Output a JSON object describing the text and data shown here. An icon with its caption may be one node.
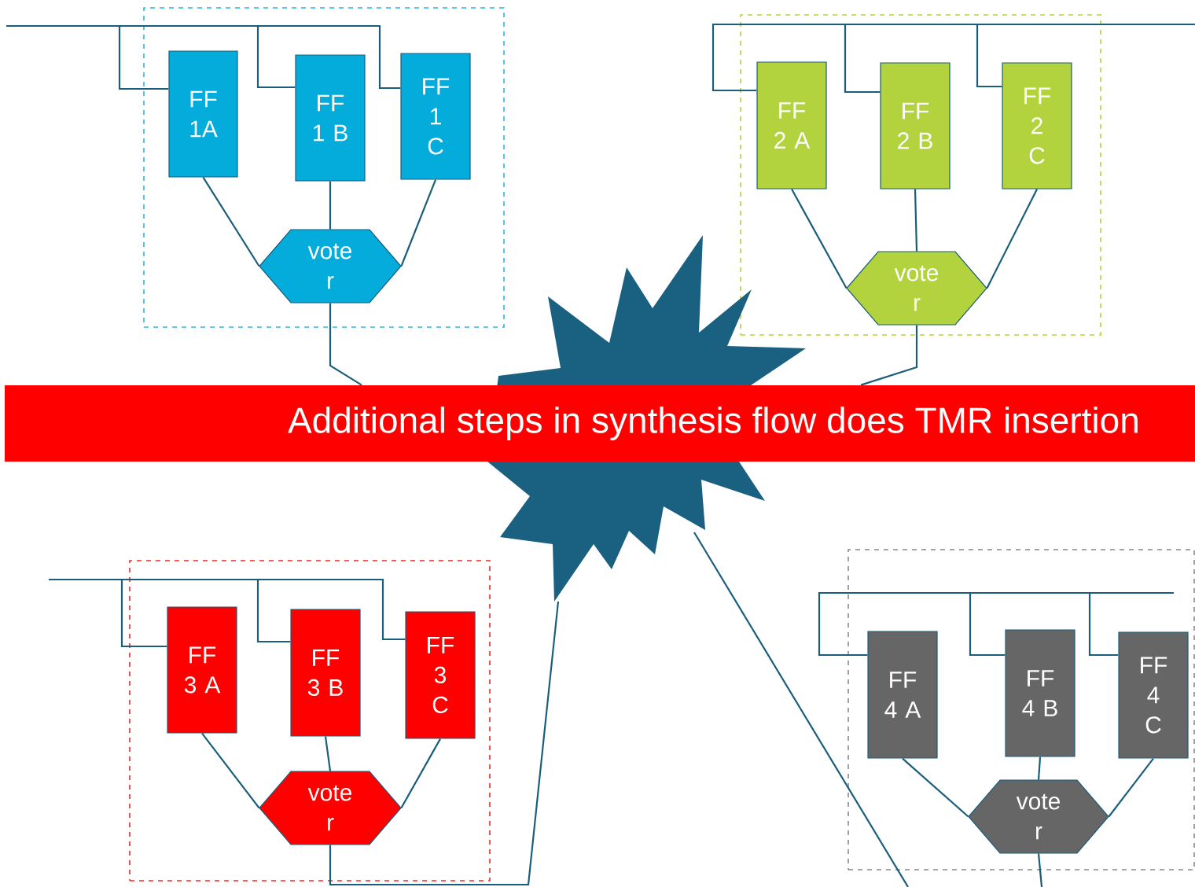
{
  "diagram": {
    "nodes": [
      {
        "text": [],
        "shape": "box"
      },
      {
        "text": [
          "FF 1A"
        ],
        "in": 0
      },
      {
        "text": [
          "FF 1 B"
        ],
        "in": 0
      },
      {
        "text": [
          "FF 1 C"
        ],
        "in": 0
      },
      {
        "text": [
          "vote r"
        ],
        "in": 0
      },
      {
        "text": [],
        "shape": "box"
      },
      {
        "text": [
          "FF 2 A"
        ],
        "in": 5
      },
      {
        "text": [
          "FF 2 B"
        ],
        "in": 5
      },
      {
        "text": [
          "FF 2 C"
        ],
        "in": 5
      },
      {
        "text": [
          "vote r"
        ],
        "in": 5
      },
      {
        "text": [],
        "shape": "box"
      },
      {
        "text": [
          "FF 3 A"
        ],
        "in": 10
      },
      {
        "text": [
          "FF 3 B"
        ],
        "in": 10
      },
      {
        "text": [
          "FF 3 C"
        ],
        "in": 10
      },
      {
        "text": [
          "vote r"
        ],
        "in": 10
      },
      {
        "text": [],
        "shape": "box"
      },
      {
        "text": [
          "FF 4 A"
        ],
        "in": 15
      },
      {
        "text": [
          "FF 4 B"
        ],
        "in": 15
      },
      {
        "text": [
          "FF 4 C"
        ],
        "in": 15
      },
      {
        "text": [
          "vote r"
        ],
        "in": 15
      },
      {
        "text": [],
        "shape": "star"
      },
      {
        "text": [
          "Additional steps in synthesis flow does TMR insertion"
        ]
      }
    ],
    "edges": [
      {
        "from": null,
        "to": 1,
        "arrow": "none"
      },
      {
        "from": null,
        "to": 2,
        "arrow": "none"
      },
      {
        "from": null,
        "to": 3,
        "arrow": "none"
      },
      {
        "from": 1,
        "to": 4,
        "arrow": "none"
      },
      {
        "from": 2,
        "to": 4,
        "arrow": "none"
      },
      {
        "from": 3,
        "to": 4,
        "arrow": "none"
      },
      {
        "from": 4,
        "to": 21,
        "arrow": "none"
      },
      {
        "from": null,
        "to": 6,
        "arrow": "none"
      },
      {
        "from": null,
        "to": 7,
        "arrow": "none"
      },
      {
        "from": null,
        "to": 8,
        "arrow": "none"
      },
      {
        "from": 6,
        "to": 9,
        "arrow": "none"
      },
      {
        "from": 7,
        "to": 9,
        "arrow": "none"
      },
      {
        "from": 8,
        "to": 9,
        "arrow": "none"
      },
      {
        "from": 9,
        "to": 21,
        "arrow": "none"
      },
      {
        "from": null,
        "to": 11,
        "arrow": "none"
      },
      {
        "from": null,
        "to": 12,
        "arrow": "none"
      },
      {
        "from": null,
        "to": 13,
        "arrow": "none"
      },
      {
        "from": 11,
        "to": 14,
        "arrow": "none"
      },
      {
        "from": 12,
        "to": 14,
        "arrow": "none"
      },
      {
        "from": 13,
        "to": 14,
        "arrow": "none"
      },
      {
        "from": 14,
        "to": 20,
        "arrow": "none"
      },
      {
        "from": null,
        "to": 16,
        "arrow": "none"
      },
      {
        "from": null,
        "to": 17,
        "arrow": "none"
      },
      {
        "from": null,
        "to": 18,
        "arrow": "none"
      },
      {
        "from": 16,
        "to": 19,
        "arrow": "none"
      },
      {
        "from": 17,
        "to": 19,
        "arrow": "none"
      },
      {
        "from": 18,
        "to": 19,
        "arrow": "none"
      },
      {
        "from": 19,
        "to": null,
        "arrow": "none"
      },
      {
        "from": 20,
        "to": null,
        "arrow": "none"
      }
    ]
  }
}
